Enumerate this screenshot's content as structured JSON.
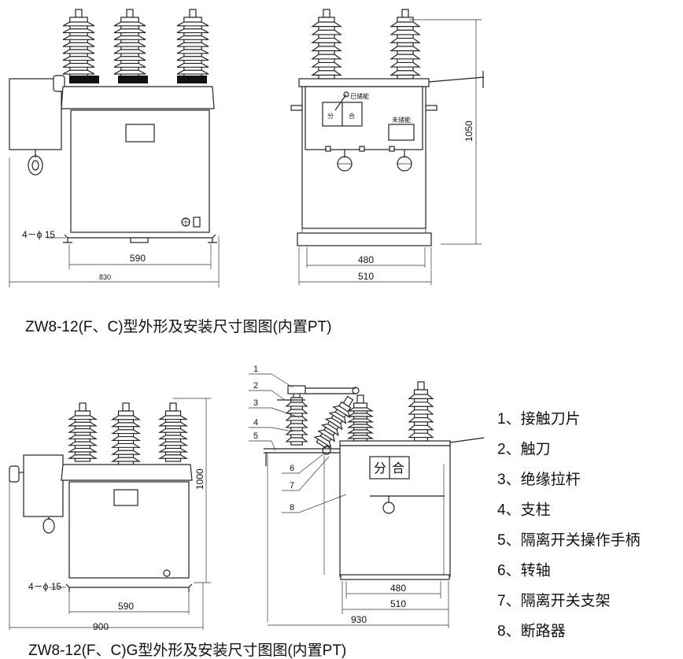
{
  "top_drawing": {
    "caption": "ZW8-12(F、C)型外形及安装尺寸图图(内置PT)",
    "hole_label": "4－ϕ 15",
    "dim_mount": "590",
    "dim_total_width": "830",
    "dim_side_inner": "480",
    "dim_side_outer": "510",
    "dim_height": "1050",
    "panel_open": "分",
    "panel_close": "合",
    "stored": "已储能",
    "not_stored": "未储能"
  },
  "bottom_drawing": {
    "caption": "ZW8-12(F、C)G型外形及安装尺寸图图(内置PT)",
    "hole_label": "4－ϕ 15",
    "dim_mount": "590",
    "dim_total_width": "900",
    "dim_height": "1000",
    "dim_side_inner": "480",
    "dim_side_middle": "510",
    "dim_side_total": "930",
    "panel_open": "分",
    "panel_close": "合",
    "callouts": [
      "1",
      "2",
      "3",
      "4",
      "5",
      "6",
      "7",
      "8"
    ]
  },
  "legend": [
    "1、接触刀片",
    "2、触刀",
    "3、绝缘拉杆",
    "4、支柱",
    "5、隔离开关操作手柄",
    "6、转轴",
    "7、隔离开关支架",
    "8、断路器"
  ]
}
